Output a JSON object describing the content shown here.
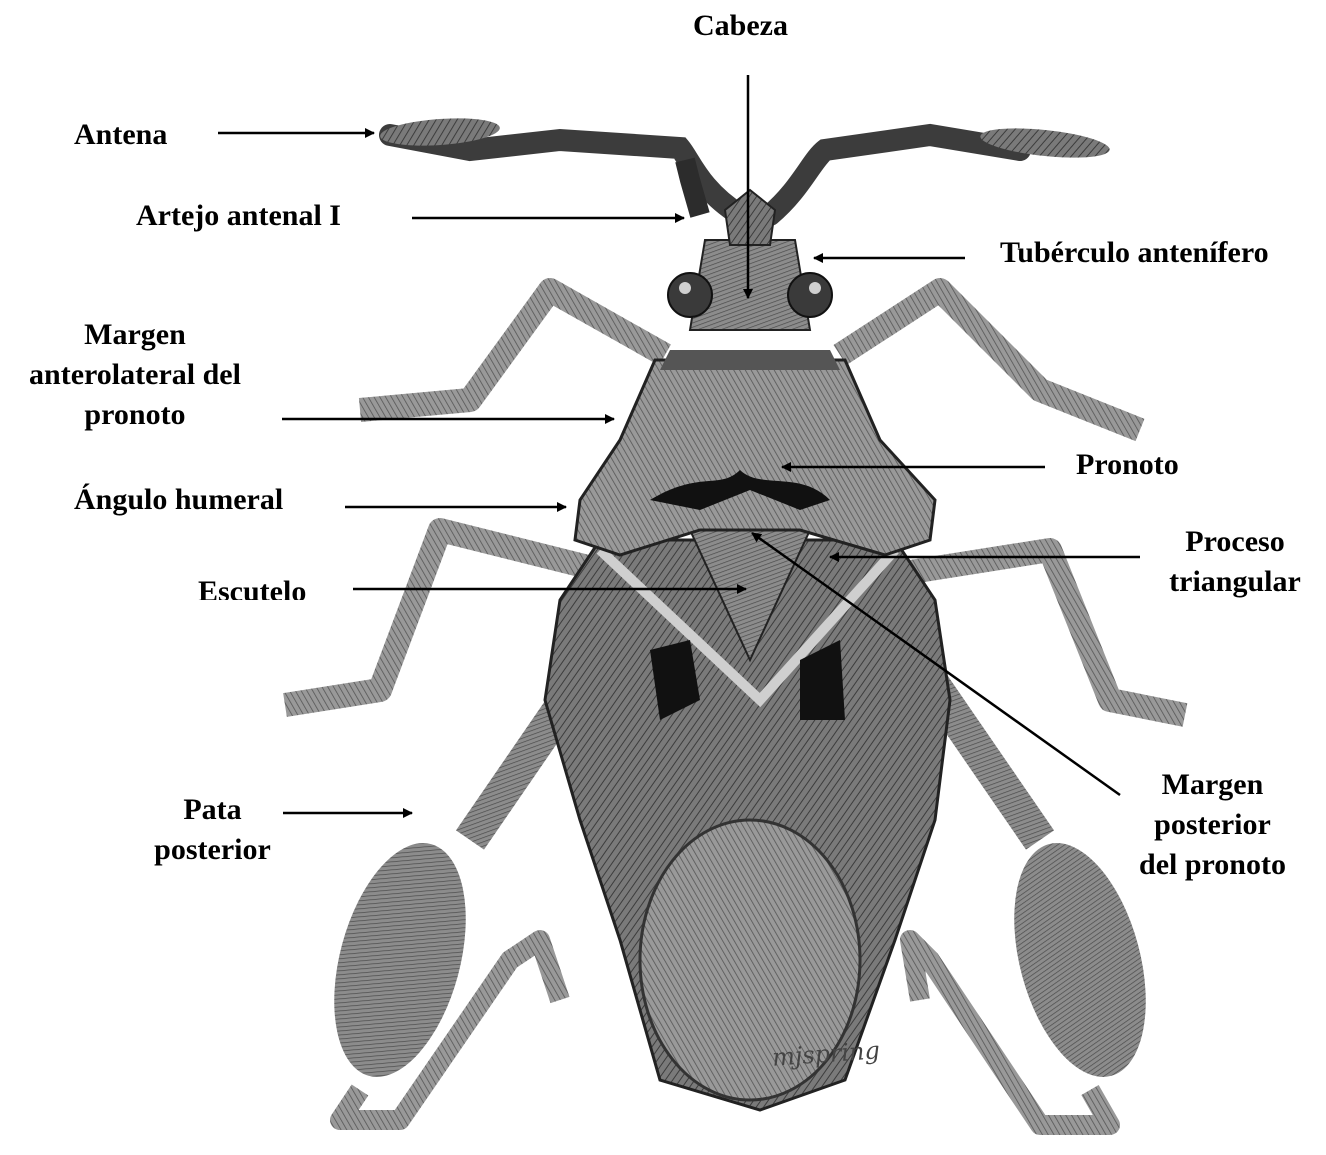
{
  "labels": {
    "cabeza": "Cabeza",
    "antena": "Antena",
    "artejo": "Artejo antenal I",
    "tuberculo": "Tubérculo antenífero",
    "margen_antero": [
      "Margen",
      "anterolateral del",
      "pronoto"
    ],
    "pronoto": "Pronoto",
    "angulo": "Ángulo humeral",
    "proceso": [
      "Proceso",
      "triangular"
    ],
    "escutelo": "Escutelo",
    "pata": [
      "Pata",
      "posterior"
    ],
    "margen_post": [
      "Margen",
      "posterior",
      "del pronoto"
    ]
  },
  "signature": "mjspring",
  "colors": {
    "ink": "#000000",
    "body_dark": "#3a3a3a",
    "body_mid": "#6e6e6e",
    "body_light": "#b5b5b5"
  }
}
